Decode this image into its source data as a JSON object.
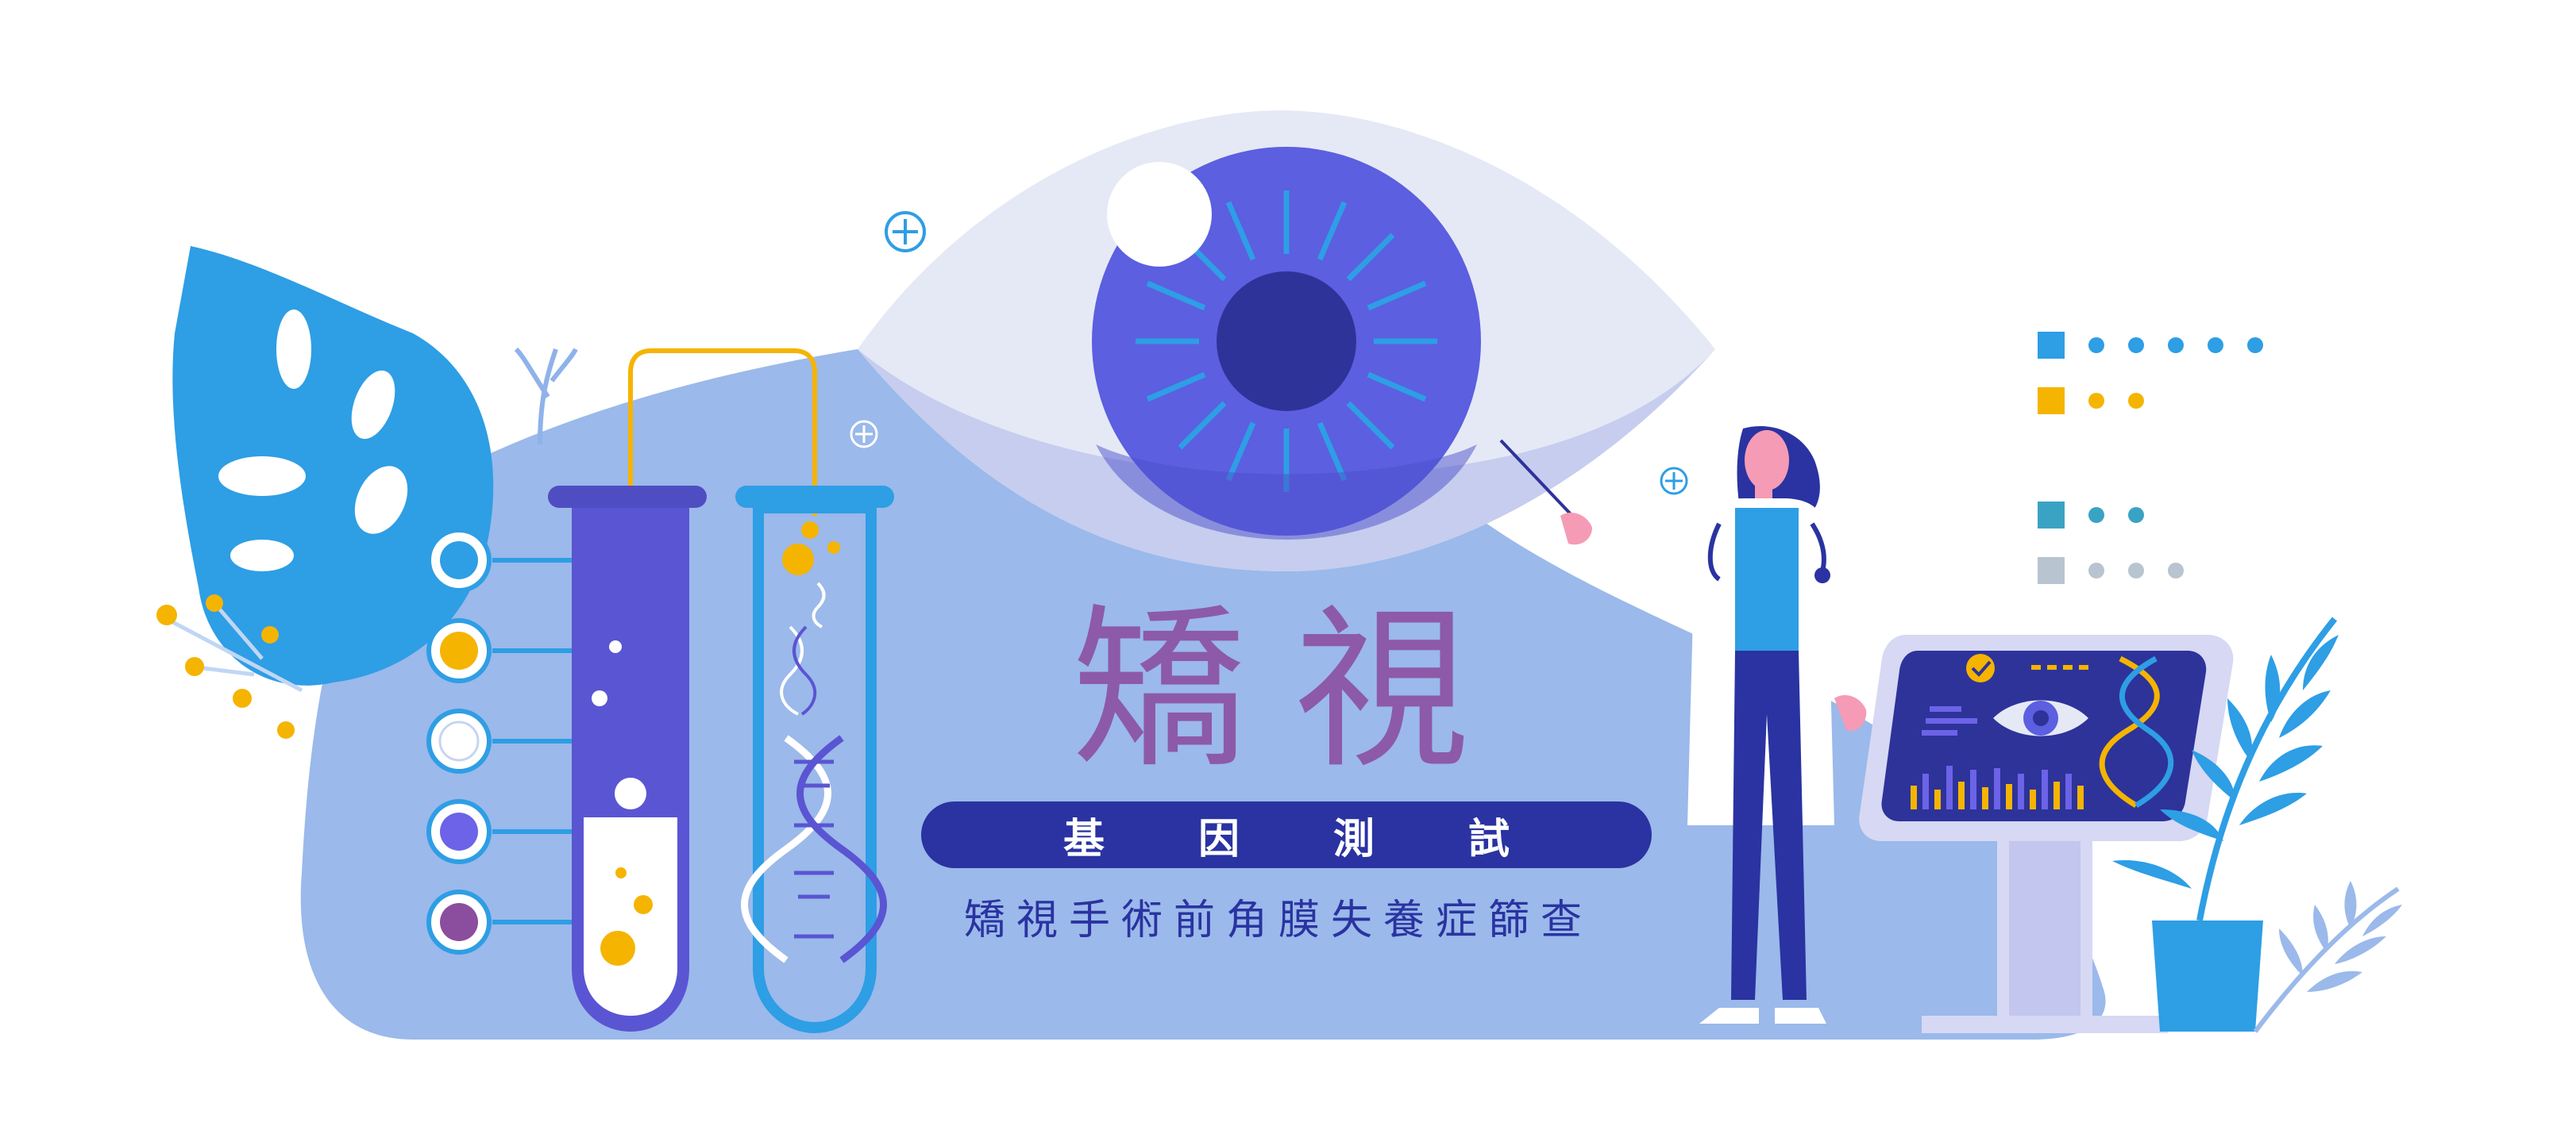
{
  "title": "矯視",
  "pill_words": [
    "基",
    "因",
    "測",
    "試"
  ],
  "subtitle": "矯視手術前角膜失養症篩查",
  "colors": {
    "bg_blob": "#9bb9ea",
    "title": "#8c5aa8",
    "pill": "#2a33a1",
    "iris": "#5b5fe0",
    "accent_yellow": "#f5b400",
    "leaf_blue": "#2e9ee5"
  },
  "icons": [
    "monstera-leaf-icon",
    "eye-icon",
    "test-tube-icon",
    "dna-icon",
    "doctor-icon",
    "monitor-icon",
    "plant-icon",
    "plus-circle-icon"
  ]
}
